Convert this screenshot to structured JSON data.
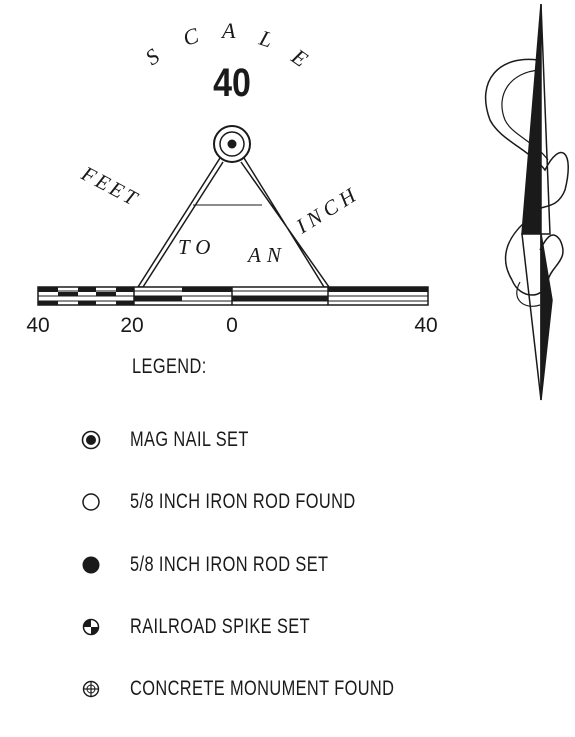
{
  "scale": {
    "word": [
      "S",
      "C",
      "A",
      "L",
      "E"
    ],
    "value": "40",
    "phrase_feet": "FEET",
    "phrase_to": "TO",
    "phrase_an": "AN",
    "phrase_inch": "INCH",
    "tick_labels": [
      "40",
      "20",
      "0",
      "40"
    ]
  },
  "legend": {
    "title": "LEGEND:",
    "items": [
      {
        "icon": "mag-nail-set-icon",
        "label": "MAG NAIL SET"
      },
      {
        "icon": "iron-rod-found-icon",
        "label": "5/8 INCH IRON ROD FOUND"
      },
      {
        "icon": "iron-rod-set-icon",
        "label": "5/8 INCH IRON ROD SET"
      },
      {
        "icon": "railroad-spike-set-icon",
        "label": "RAILROAD SPIKE SET"
      },
      {
        "icon": "concrete-monument-found-icon",
        "label": "CONCRETE MONUMENT FOUND"
      }
    ]
  },
  "colors": {
    "ink": "#1a1a1a",
    "paper": "#ffffff"
  }
}
